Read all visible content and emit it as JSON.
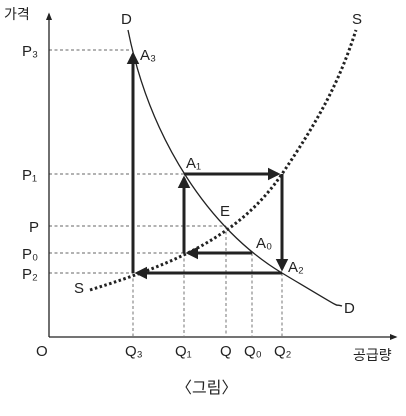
{
  "axes": {
    "y_label": "가격",
    "x_label": "공급량",
    "origin": "O"
  },
  "curves": {
    "demand_label": "D",
    "supply_label": "S"
  },
  "price_ticks": [
    "P₃",
    "P₁",
    "P",
    "P₀",
    "P₂"
  ],
  "quantity_ticks": [
    "Q₃",
    "Q₁",
    "Q",
    "Q₀",
    "Q₂"
  ],
  "points": {
    "A3": "A₃",
    "A1": "A₁",
    "E": "E",
    "A0": "A₀",
    "A2": "A₂"
  },
  "caption": "〈그림〉"
}
